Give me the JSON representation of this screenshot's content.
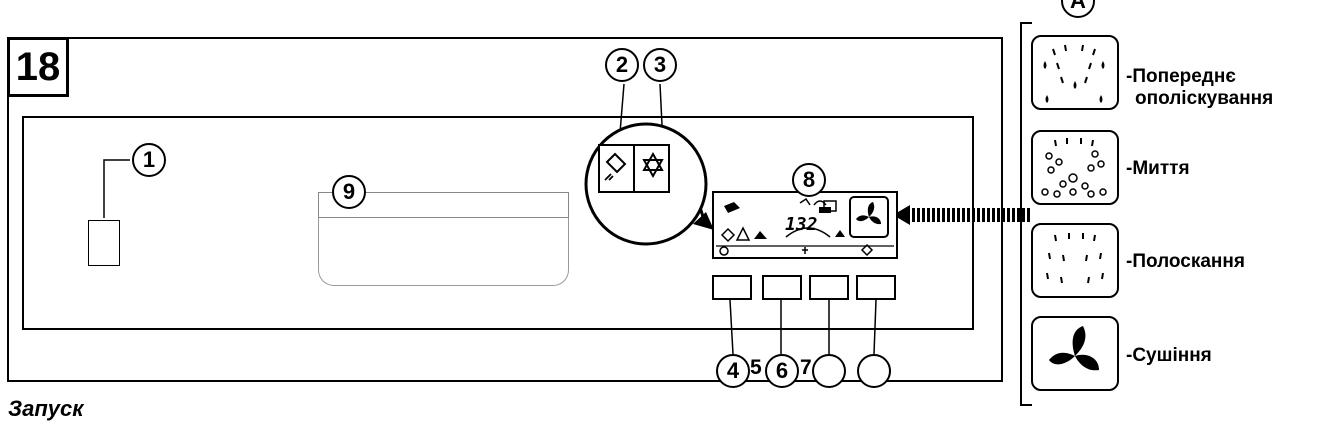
{
  "figure_number": "18",
  "callouts": {
    "c1": "1",
    "c2": "2",
    "c3": "3",
    "c4": "4",
    "c5": "5",
    "c6": "6",
    "c7": "7",
    "c8": "8",
    "c9": "9"
  },
  "display_value": "132",
  "legend": {
    "marker": "A",
    "items": [
      {
        "icon": "pre-rinse-icon",
        "line1": "-Попереднє",
        "line2": "ополіскування"
      },
      {
        "icon": "wash-icon",
        "line1": "-Миття",
        "line2": ""
      },
      {
        "icon": "rinse-icon",
        "line1": "-Полоскання",
        "line2": ""
      },
      {
        "icon": "fan-icon",
        "line1": "-Сушіння",
        "line2": ""
      }
    ]
  },
  "caption": "Запуск"
}
